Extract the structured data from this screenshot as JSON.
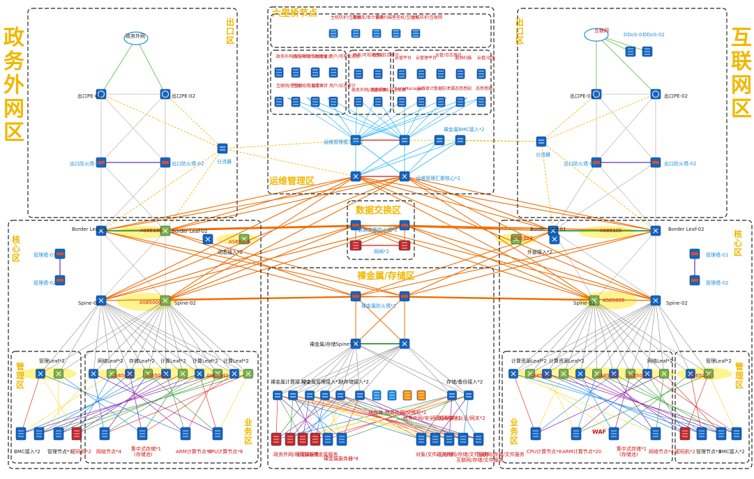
{
  "zones": {
    "gov_region": "政务外网区",
    "internet_region": "互联网区",
    "exit_left": "出口区",
    "exit_right": "出口区",
    "liulijiao": "六里桥节点",
    "ops_zone": "运维管理区",
    "data_exchange": "数据交换区",
    "baremetal_storage": "裸金属/存储区",
    "core_left": "核心区",
    "core_right": "核心区",
    "mgmt_left": "管理区",
    "mgmt_right": "管理区",
    "biz_left": "业务区",
    "biz_right": "业务区"
  },
  "gov": {
    "cloud": "政务外网",
    "pe1": "出口PE-01",
    "pe2": "出口PE-02",
    "fw1": "出口防火墙-01",
    "fw2": "出口防火墙-02",
    "splitter": "分流器",
    "bl1": "Border Leaf-01",
    "bl2": "Border Leaf-02",
    "as_core": "AS65100",
    "as_side": "AS65006",
    "dyn_leaf": "动态接入*2",
    "mgmt_sw1": "管理墙-01",
    "mgmt_sw2": "管理墙-02",
    "spine1": "Spine-01",
    "spine2": "Spine-02",
    "as_spine": "AS65000",
    "mgmt_leaf": "管理Leaf*2",
    "net_leaf": "网络Leaf*2",
    "store_leaf": "存储Leaf*2",
    "compute_leaf1": "计算Leaf*2",
    "compute_leaf2": "计算Leaf*2",
    "compute_leaf3": "计算Leaf*2",
    "as_a": "AS65020",
    "as_b": "AS65030",
    "as_c": "AS65040",
    "bmc": "BMC接入*2",
    "mgmt_node": "管理节点*3",
    "fortress": "密码机*2",
    "net_node": "网络节点*4",
    "central_store": "集中式存储*1",
    "store_sub": "(存储池)",
    "arm_node": "ARM计算节点*8",
    "cpu_node": "CPU计算节点*8"
  },
  "internet": {
    "cloud": "互联网",
    "ddos1": "DDoS-01",
    "ddos2": "DDoS-02",
    "pe1": "出口PE-01",
    "pe2": "出口PE-02",
    "fw1": "出口防火墙-01",
    "fw2": "出口防火墙-02",
    "splitter": "分流器",
    "bl1": "Border Leaf-01",
    "bl2": "Border Leaf-02",
    "as_core": "AS65105",
    "as_side": "AS65803",
    "ext_leaf": "外部接入*2",
    "mgmt_sw1": "管理墙-01",
    "mgmt_sw2": "管理墙-02",
    "spine1": "Spine-01",
    "spine2": "Spine-02",
    "as_spine": "AS65005",
    "compute_leaf1": "计算资源Leaf*2",
    "compute_leaf2": "计算资源Leaf*2",
    "store_leaf": "网络Leaf*2",
    "mgmt_leaf": "管理Leaf*2",
    "as_a": "AS65043",
    "as_b": "AS65033",
    "as_c": "AS65033",
    "as_d": "AS65013",
    "cpu_node": "CPU计算节点*8",
    "arm_node": "ARM计算节点*20",
    "central_store": "集中式存储*1",
    "store_sub": "(存储池)",
    "net_node": "网络节点*4",
    "fortress": "密码机*2",
    "mgmt_node": "管理节点*3",
    "bmc": "BMC接入*2",
    "waf": "WAF"
  },
  "center": {
    "liuli_items": [
      "主机防护/互联网",
      "数据库/审计系统",
      "漏洞扫描",
      "堡垒机/互联网",
      "主机防护/互联网"
    ],
    "ops_rows": [
      [
        "政务外网/安全审计",
        "政务外网/数据库审计",
        "IP/地址",
        "用户/可视化态势"
      ],
      [
        "互联网/堡垒机",
        "互联网/数据库审计",
        "日志审计",
        "用户/日志审计"
      ]
    ],
    "ops_mid": [
      "政务/可视化感知",
      "政务/日志审计",
      "政务外网/流量采集",
      "政务外网/日志采集"
    ],
    "ops_right": [
      "云管平台",
      "云管理平台",
      "云管/日志审计",
      "漏洞扫描",
      "云管/日志"
    ],
    "ops_right2": [
      "SecoManager",
      "运维审计",
      "数据防泄漏",
      "态势感知",
      "态势感知"
    ],
    "ops_core_left": "运维管理接入层*2",
    "ops_core_right": "裸金属BMC接入*2",
    "ops_agg": "运维管理汇聚核心*2",
    "dx_fw": "数据交换防火墙*2",
    "dx_gap": "网闸*2",
    "bm_fw": "裸金属防火墙*2",
    "bm_spine": "裸金属/存储Spine*2",
    "bm_leafs": [
      "裸金属计算接入*2",
      "裸金属管理接入*2",
      "块存储接入*2",
      "存储/备份接入*2"
    ],
    "bm_nodes": [
      "块存储",
      "政务外网/交换机*2",
      "政务外网/安全认证/网关*2",
      "互联网/安全认证/网关*2"
    ],
    "bm_bottom": [
      "政务外网/裸金属服务",
      "互联网/裸金属服务",
      "裸金属服务器*8"
    ],
    "store_bottom": [
      "对象/文件/云存储",
      "政务外网/存储/文件服务",
      "互联网/存储/文件服务",
      "互联网/存储/文件服务"
    ]
  }
}
